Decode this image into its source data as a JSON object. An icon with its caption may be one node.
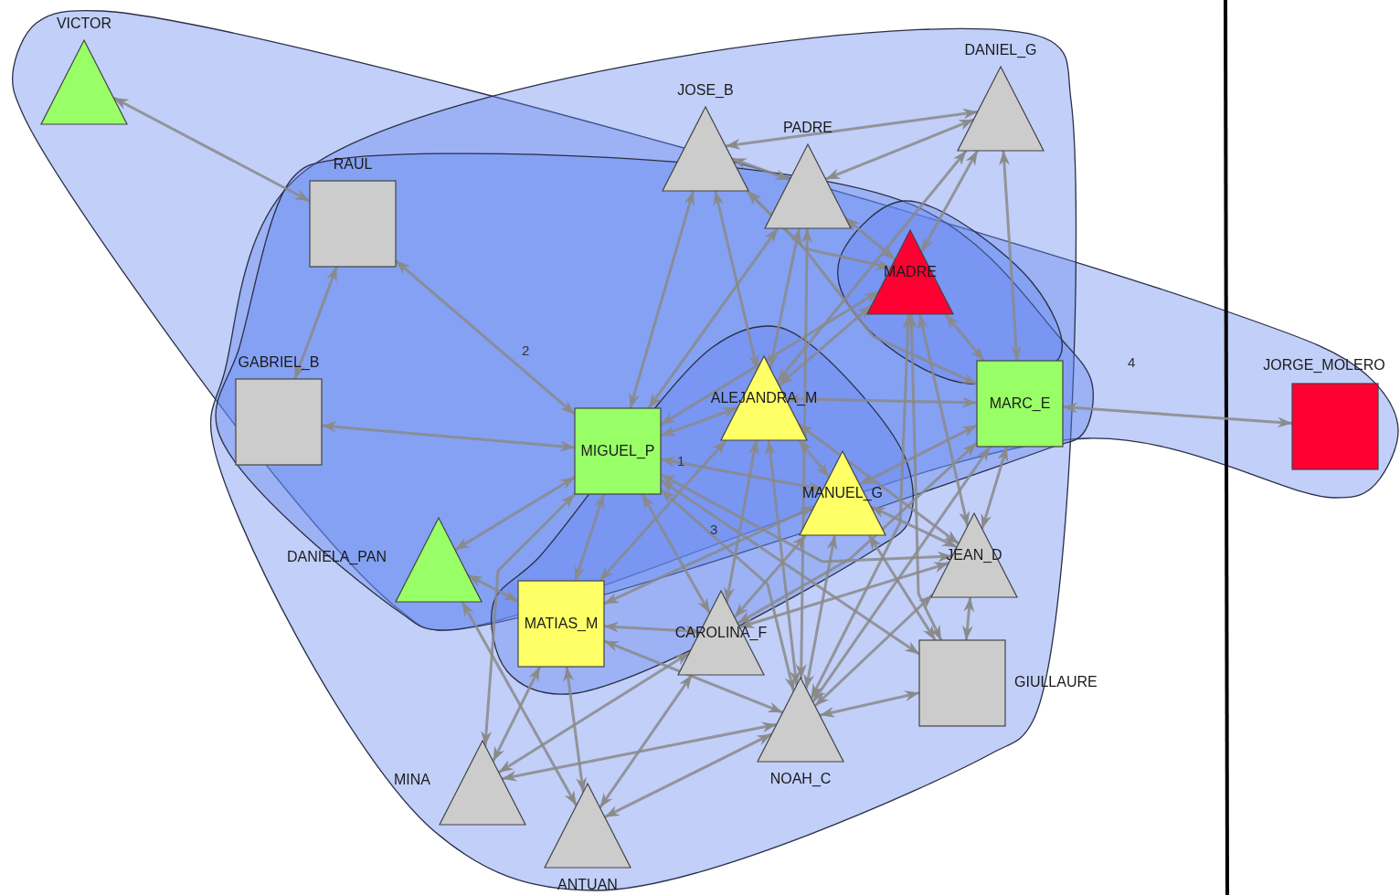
{
  "diagram": {
    "nodes": [
      {
        "text": [
          "VICTOR"
        ]
      },
      {
        "text": [
          "RAUL"
        ]
      },
      {
        "text": [
          "GABRIEL_B"
        ]
      },
      {
        "text": [
          "JOSE_B"
        ]
      },
      {
        "text": [
          "PADRE"
        ]
      },
      {
        "text": [
          "DANIEL_G"
        ]
      },
      {
        "text": [
          "MADRE"
        ]
      },
      {
        "text": [
          "ALEJANDRA_M"
        ]
      },
      {
        "text": [
          "MIGUEL_P"
        ]
      },
      {
        "text": [
          "MARC_E"
        ]
      },
      {
        "text": [
          "MANUEL_G"
        ]
      },
      {
        "text": [
          "DANIELA_PAN"
        ]
      },
      {
        "text": [
          "JEAN_D"
        ]
      },
      {
        "text": [
          "MATIAS_M"
        ]
      },
      {
        "text": [
          "CAROLINA_F"
        ]
      },
      {
        "text": [
          "GIULLAURE"
        ]
      },
      {
        "text": [
          "MINA"
        ]
      },
      {
        "text": [
          "NOAH_C"
        ]
      },
      {
        "text": [
          "ANTUAN"
        ]
      },
      {
        "text": [
          "JORGE_MOLERO"
        ]
      }
    ],
    "edges": [
      {
        "from": 0,
        "to": 1,
        "arrow": "both"
      },
      {
        "from": 1,
        "to": 2,
        "arrow": "both"
      },
      {
        "from": 1,
        "to": 8,
        "arrow": "both"
      },
      {
        "from": 2,
        "to": 8,
        "arrow": "both"
      },
      {
        "from": 9,
        "to": 19,
        "arrow": "both"
      },
      {
        "from": 3,
        "to": 4,
        "arrow": "both"
      },
      {
        "from": 3,
        "to": 5,
        "arrow": "both"
      },
      {
        "from": 4,
        "to": 5,
        "arrow": "both"
      },
      {
        "from": 3,
        "to": 6,
        "arrow": "both"
      },
      {
        "from": 4,
        "to": 6,
        "arrow": "both"
      },
      {
        "from": 5,
        "to": 6,
        "arrow": "both"
      },
      {
        "from": 5,
        "to": 9,
        "arrow": "both"
      },
      {
        "from": 5,
        "to": 7,
        "arrow": "both"
      },
      {
        "from": 3,
        "to": 8,
        "arrow": "both"
      },
      {
        "from": 3,
        "to": 7,
        "arrow": "both"
      },
      {
        "from": 4,
        "to": 8,
        "arrow": "both"
      },
      {
        "from": 4,
        "to": 7,
        "arrow": "both"
      },
      {
        "from": 4,
        "to": 17,
        "arrow": "both"
      },
      {
        "from": 3,
        "to": 9,
        "arrow": "both"
      },
      {
        "from": 6,
        "to": 8,
        "arrow": "both"
      },
      {
        "from": 6,
        "to": 7,
        "arrow": "both"
      },
      {
        "from": 6,
        "to": 9,
        "arrow": "both"
      },
      {
        "from": 6,
        "to": 17,
        "arrow": "both"
      },
      {
        "from": 6,
        "to": 12,
        "arrow": "both"
      },
      {
        "from": 6,
        "to": 15,
        "arrow": "both"
      },
      {
        "from": 8,
        "to": 7,
        "arrow": "both"
      },
      {
        "from": 7,
        "to": 9,
        "arrow": "both"
      },
      {
        "from": 8,
        "to": 10,
        "arrow": "both"
      },
      {
        "from": 8,
        "to": 11,
        "arrow": "both"
      },
      {
        "from": 8,
        "to": 13,
        "arrow": "both"
      },
      {
        "from": 8,
        "to": 14,
        "arrow": "both"
      },
      {
        "from": 8,
        "to": 17,
        "arrow": "both"
      },
      {
        "from": 8,
        "to": 12,
        "arrow": "both"
      },
      {
        "from": 8,
        "to": 16,
        "arrow": "both"
      },
      {
        "from": 7,
        "to": 10,
        "arrow": "both"
      },
      {
        "from": 7,
        "to": 14,
        "arrow": "both"
      },
      {
        "from": 7,
        "to": 17,
        "arrow": "both"
      },
      {
        "from": 7,
        "to": 13,
        "arrow": "both"
      },
      {
        "from": 7,
        "to": 12,
        "arrow": "both"
      },
      {
        "from": 10,
        "to": 9,
        "arrow": "both"
      },
      {
        "from": 10,
        "to": 14,
        "arrow": "both"
      },
      {
        "from": 10,
        "to": 17,
        "arrow": "both"
      },
      {
        "from": 10,
        "to": 13,
        "arrow": "both"
      },
      {
        "from": 10,
        "to": 15,
        "arrow": "both"
      },
      {
        "from": 10,
        "to": 12,
        "arrow": "both"
      },
      {
        "from": 9,
        "to": 12,
        "arrow": "both"
      },
      {
        "from": 9,
        "to": 17,
        "arrow": "both"
      },
      {
        "from": 9,
        "to": 14,
        "arrow": "both"
      },
      {
        "from": 12,
        "to": 15,
        "arrow": "both"
      },
      {
        "from": 12,
        "to": 14,
        "arrow": "both"
      },
      {
        "from": 12,
        "to": 17,
        "arrow": "both"
      },
      {
        "from": 15,
        "to": 17,
        "arrow": "both"
      },
      {
        "from": 13,
        "to": 11,
        "arrow": "both"
      },
      {
        "from": 13,
        "to": 14,
        "arrow": "both"
      },
      {
        "from": 13,
        "to": 17,
        "arrow": "both"
      },
      {
        "from": 13,
        "to": 16,
        "arrow": "both"
      },
      {
        "from": 13,
        "to": 18,
        "arrow": "both"
      },
      {
        "from": 11,
        "to": 18,
        "arrow": "both"
      },
      {
        "from": 14,
        "to": 16,
        "arrow": "both"
      },
      {
        "from": 14,
        "to": 18,
        "arrow": "both"
      },
      {
        "from": 17,
        "to": 16,
        "arrow": "both"
      },
      {
        "from": 17,
        "to": 18,
        "arrow": "both"
      },
      {
        "from": 8,
        "to": 15,
        "arrow": "both"
      }
    ],
    "labels": [
      "2",
      "1",
      "3",
      "4"
    ]
  }
}
